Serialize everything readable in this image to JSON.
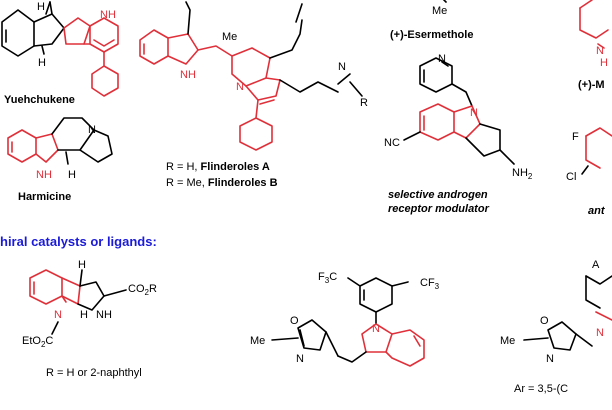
{
  "section_heading": "hiral catalysts or ligands:",
  "compounds": {
    "yuehchukene": {
      "name": "Yuehchukene"
    },
    "harmicine": {
      "name": "Harmicine"
    },
    "flinderoles": {
      "line1_prefix": "R = H, ",
      "line1_name": "Flinderoles A",
      "line2_prefix": "R = Me, ",
      "line2_name": "Flinderoles B"
    },
    "esermethole": {
      "name": "(+)-Esermethole",
      "top_atom": "Me"
    },
    "sarm": {
      "line1": "selective androgen",
      "line2": "receptor modulator"
    },
    "partial_m": {
      "name": "(+)-M"
    },
    "partial_ant": {
      "name": "ant"
    },
    "catalyst1": {
      "caption": "R = H or 2-naphthyl"
    },
    "catalyst3": {
      "caption": "Ar = 3,5-(C"
    }
  },
  "atoms": {
    "NH": "NH",
    "H": "H",
    "N": "N",
    "Me": "Me",
    "R": "R",
    "NC": "NC",
    "NH2": "NH",
    "sub2": "2",
    "CO2R": "CO",
    "O": "O",
    "EtO2C": "EtO",
    "CF3": "CF",
    "F3C": "F C",
    "F": "F",
    "Cl": "Cl",
    "A": "A",
    "C": "C"
  },
  "colors": {
    "accent_red": "#e0303a",
    "heading_blue": "#1a1ad8"
  }
}
